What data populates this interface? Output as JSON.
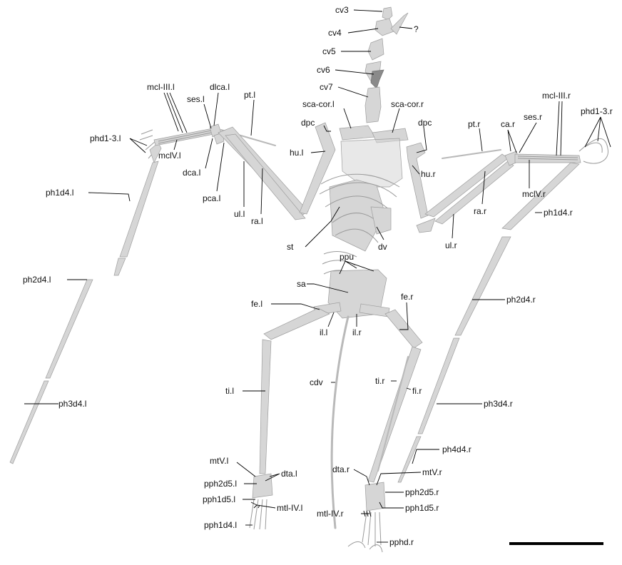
{
  "labels": {
    "cv3": "cv3",
    "cv4": "cv4",
    "q": "?",
    "cv5": "cv5",
    "cv6": "cv6",
    "cv7": "cv7",
    "mcl3l": "mcl-III.l",
    "dlcal": "dlca.l",
    "sesl": "ses.l",
    "ptl": "pt.l",
    "scacorl": "sca-cor.l",
    "scacorr": "sca-cor.r",
    "mcl3r": "mcl-III.r",
    "phd13r": "phd1-3.r",
    "car": "ca.r",
    "sesr": "ses.r",
    "ptr": "pt.r",
    "dpcl": "dpc",
    "dpcr": "dpc",
    "phd13l": "phd1-3.l",
    "hul": "hu.l",
    "hur": "hu.r",
    "mcl4l": "mclV.l",
    "dcal": "dca.l",
    "mcl4r": "mclV.r",
    "ph1d4l": "ph1d4.l",
    "pcal": "pca.l",
    "ull": "ul.l",
    "ral": "ra.l",
    "rar": "ra.r",
    "ph1d4r": "ph1d4.r",
    "st": "st",
    "dv": "dv",
    "ulr": "ul.r",
    "ppu": "ppu",
    "ph2d4l": "ph2d4.l",
    "sa": "sa",
    "fel": "fe.l",
    "fer": "fe.r",
    "ph2d4r": "ph2d4.r",
    "ill": "il.l",
    "ilr": "il.r",
    "cdv": "cdv",
    "til": "ti.l",
    "tir": "ti.r",
    "fir": "fi.r",
    "ph3d4l": "ph3d4.l",
    "ph3d4r": "ph3d4.r",
    "ph4d4r": "ph4d4.r",
    "mtvl": "mtV.l",
    "dtal": "dta.l",
    "dtar": "dta.r",
    "mtvr": "mtV.r",
    "pph2d5l": "pph2d5.l",
    "pph2d5r": "pph2d5.r",
    "pph1d5l": "pph1d5.l",
    "mtl4l": "mtl-IV.l",
    "mtl4r": "mtl-IV.r",
    "pph1d5r": "pph1d5.r",
    "pph1d4l": "pph1d4.l",
    "pphdr": "pphd.r"
  },
  "colors": {
    "bone": "#d6d6d6",
    "bone_outline": "#9e9e9e",
    "highlight_vertebra": "#8a8a8a",
    "leader": "#000000"
  }
}
